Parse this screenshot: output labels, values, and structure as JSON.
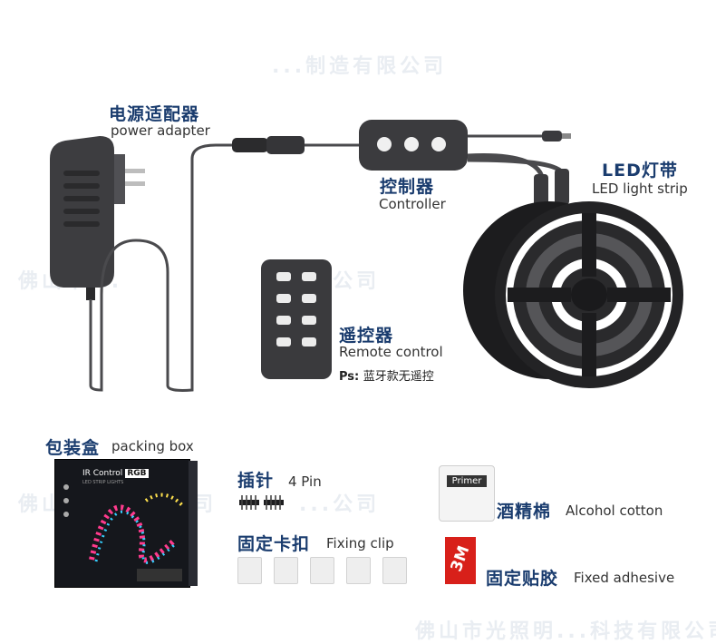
{
  "watermarks": [
    "...制造有限公司",
    "佛山市...",
    "...公司",
    "佛山市...有限公司",
    "...公司",
    "佛山市光照明...科技有限公司"
  ],
  "power_adapter": {
    "label_cn": "电源适配器",
    "label_en": "power adapter"
  },
  "controller": {
    "label_cn": "控制器",
    "label_en": "Controller"
  },
  "led_strip": {
    "label_cn": "LED灯带",
    "label_en": "LED light strip"
  },
  "remote": {
    "label_cn": "遥控器",
    "label_en": "Remote control",
    "ps_prefix": "Ps:",
    "ps_note": "蓝牙款无遥控"
  },
  "packing_box": {
    "label_cn": "包装盒",
    "label_en": "packing box",
    "box_title": "IR Control",
    "box_tag": "RGB",
    "box_sub": "LED STRIP LIGHTS"
  },
  "pin": {
    "label_cn": "插针",
    "label_en": "4 Pin"
  },
  "fixing_clip": {
    "label_cn": "固定卡扣",
    "label_en": "Fixing clip",
    "count": 5
  },
  "alcohol": {
    "label_cn": "酒精棉",
    "label_en": "Alcohol cotton",
    "primer_text": "Primer"
  },
  "adhesive": {
    "label_cn": "固定贴胶",
    "label_en": "Fixed adhesive",
    "tape_text": "3M"
  },
  "colors": {
    "label_cn": "#1a3c6e",
    "device": "#3a3a3c",
    "tape_red": "#d8201a"
  }
}
